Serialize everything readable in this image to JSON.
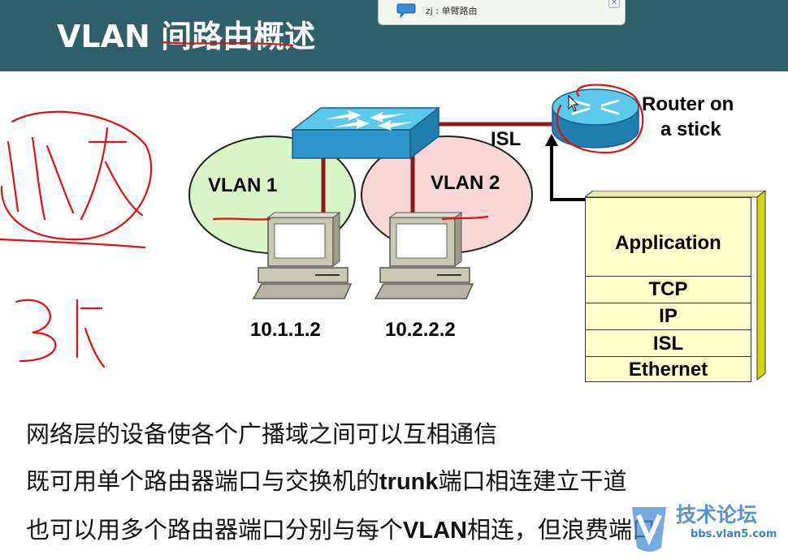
{
  "slide": {
    "title": "VLAN 间路由概述"
  },
  "chat_popup": {
    "text": "zj : 单臂路由",
    "icon": "chat-bubble-icon"
  },
  "diagram": {
    "vlan1_label": "VLAN 1",
    "vlan2_label": "VLAN 2",
    "isl_label": "ISL",
    "router_label_line1": "Router on",
    "router_label_line2": "a stick",
    "host1_ip": "10.1.1.2",
    "host2_ip": "10.2.2.2",
    "vlan1_color": "#d9f5c6",
    "vlan2_color": "#f9d7d7",
    "link_color": "#8b1a1a"
  },
  "protocol_stack": {
    "layers": [
      "Application",
      "TCP",
      "IP",
      "ISL",
      "Ethernet"
    ],
    "fill": "#ffffcc"
  },
  "bullets": [
    {
      "pre": "网络层的设备使各个广播域之间可以互相通信",
      "bold": "",
      "post": ""
    },
    {
      "pre": "既可用单个路由器端口与交换机的",
      "bold": "trunk",
      "post": "端口相连建立干道"
    },
    {
      "pre": "也可以用多个路由器端口分别与每个",
      "bold": "VLAN",
      "post": "相连，但浪费端口"
    }
  ],
  "watermark": {
    "text": "技术论坛",
    "url": "bbs.vlan5.com"
  }
}
